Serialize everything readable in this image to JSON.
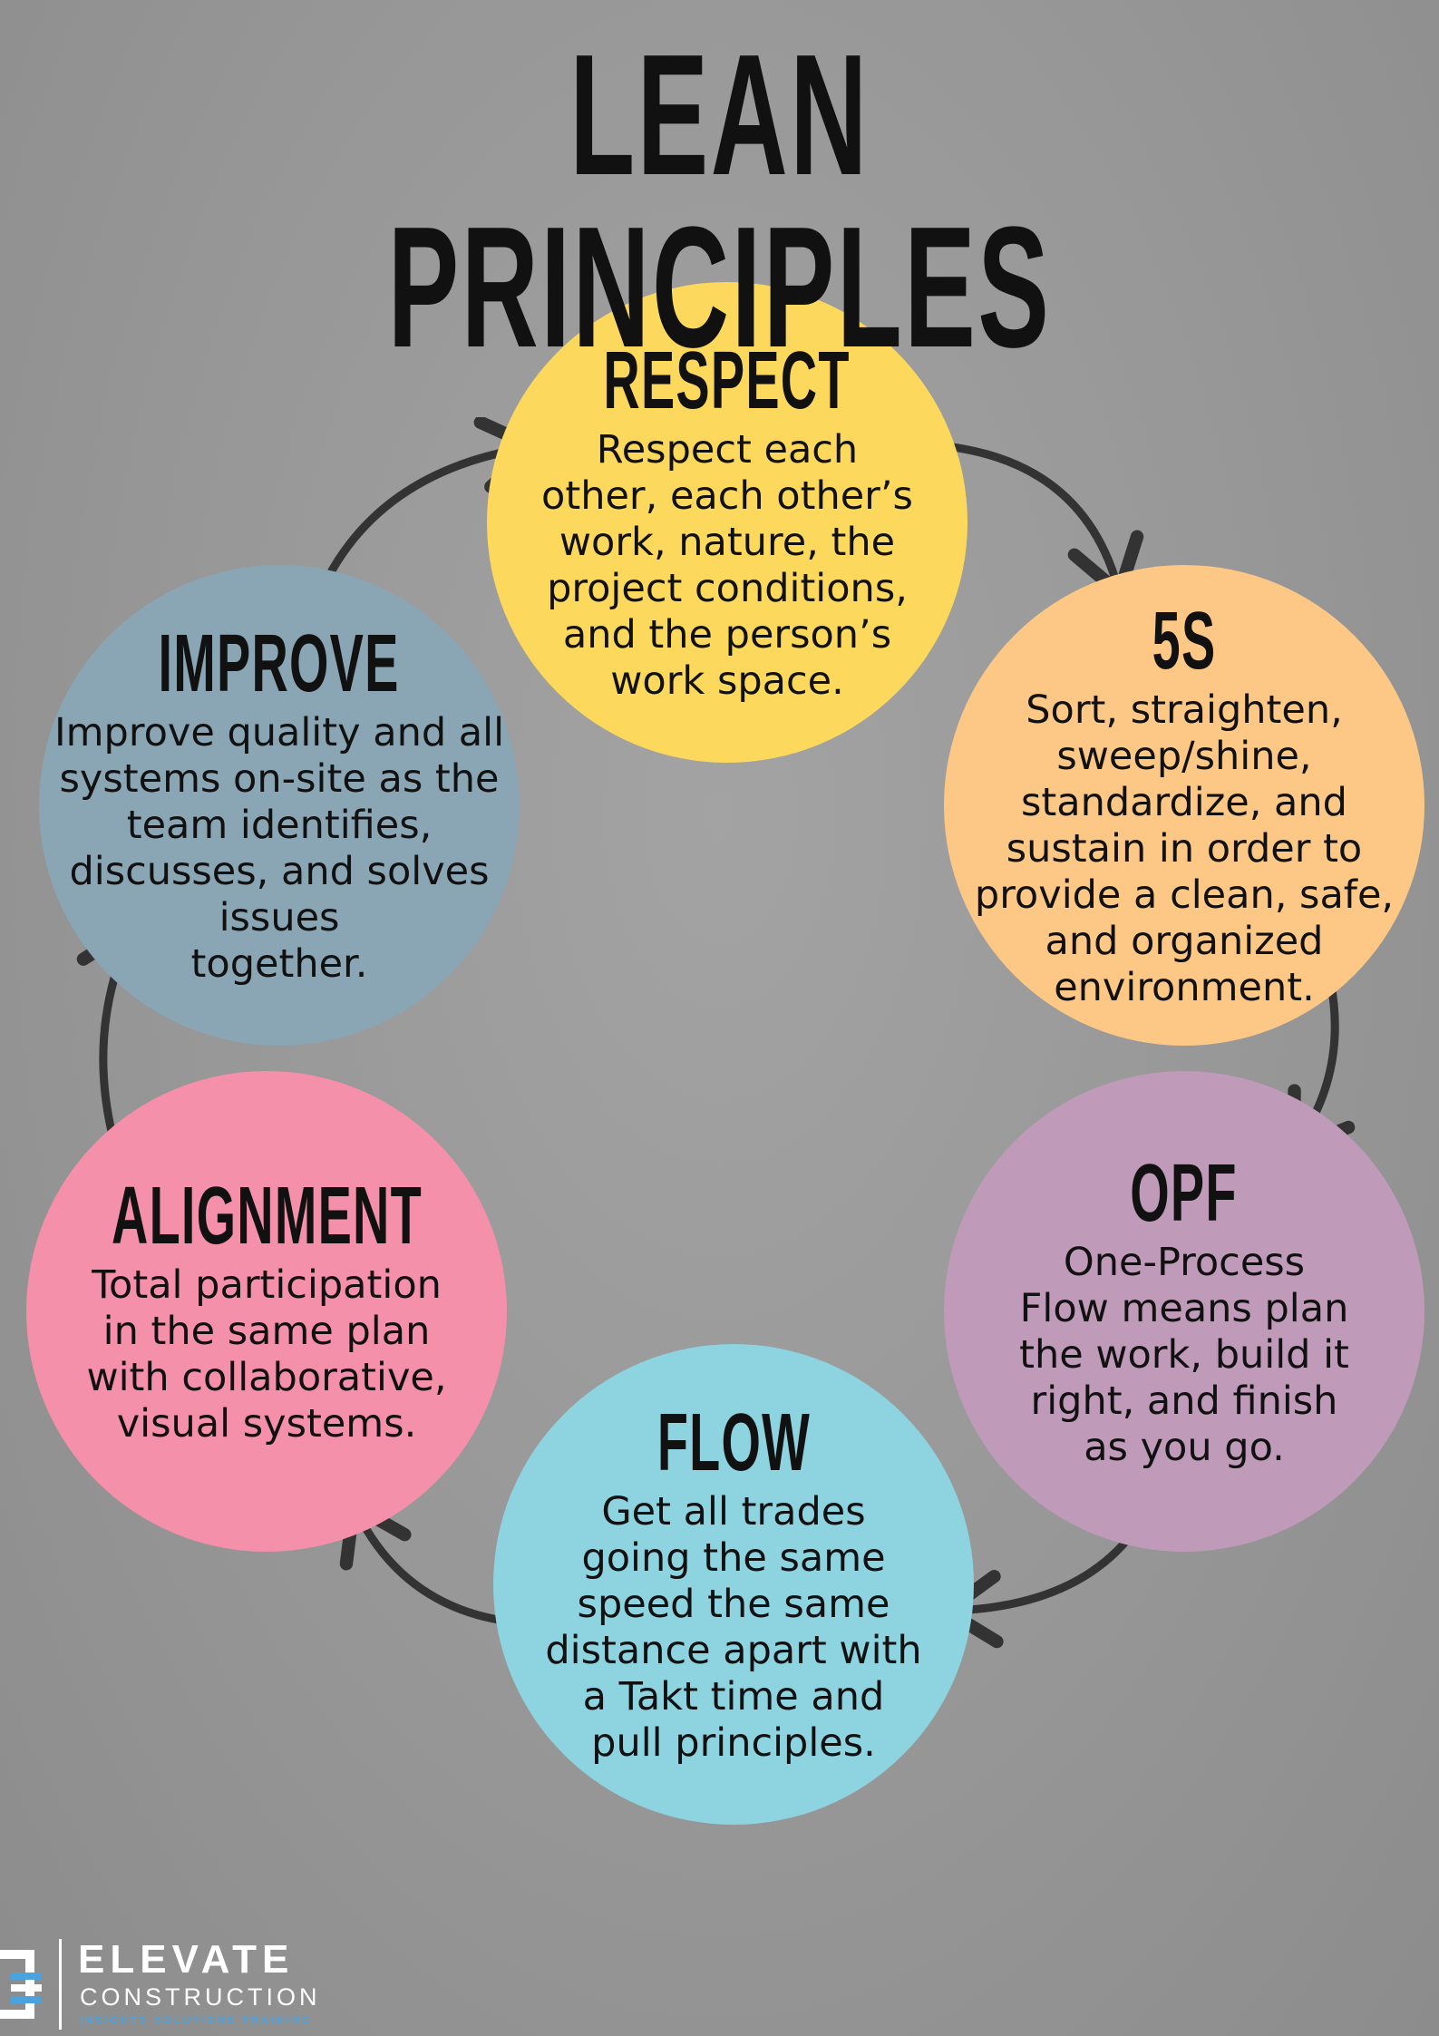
{
  "title": "LEAN PRINCIPLES",
  "principles": [
    {
      "id": "respect",
      "heading": "RESPECT",
      "color": "#fcd95c",
      "lines": [
        "Respect each",
        "other, each other’s",
        "work, nature, the",
        "project conditions,",
        "and the person’s",
        "work space."
      ]
    },
    {
      "id": "5s",
      "heading": "5S",
      "color": "#fdc886",
      "lines": [
        "Sort, straighten,",
        "sweep/shine,",
        "standardize, and",
        "sustain in order to",
        "provide a clean, safe,",
        "and organized",
        "environment."
      ]
    },
    {
      "id": "opf",
      "heading": "OPF",
      "color": "#c09ab9",
      "lines": [
        "One-Process",
        "Flow means plan",
        "the work, build it",
        "right, and finish",
        "as you go."
      ]
    },
    {
      "id": "flow",
      "heading": "FLOW",
      "color": "#8dd3e0",
      "lines": [
        "Get all trades",
        "going the same",
        "speed the same",
        "distance apart with",
        "a Takt time and",
        "pull principles."
      ]
    },
    {
      "id": "alignment",
      "heading": "ALIGNMENT",
      "color": "#f590ab",
      "lines": [
        "Total participation",
        "in the same plan",
        "with collaborative,",
        "visual systems."
      ]
    },
    {
      "id": "improve",
      "heading": "IMPROVE",
      "color": "#8aa5b3",
      "lines": [
        "Improve quality and all",
        "systems on-site as the",
        "team identifies,",
        "discusses, and solves",
        "issues",
        "together."
      ]
    }
  ],
  "logo": {
    "brand": "ELEVATE",
    "sub": "CONSTRUCTION",
    "tagline": "INSIGHTS SOLUTIONS TRAINING",
    "accent": "#4aa3df"
  }
}
